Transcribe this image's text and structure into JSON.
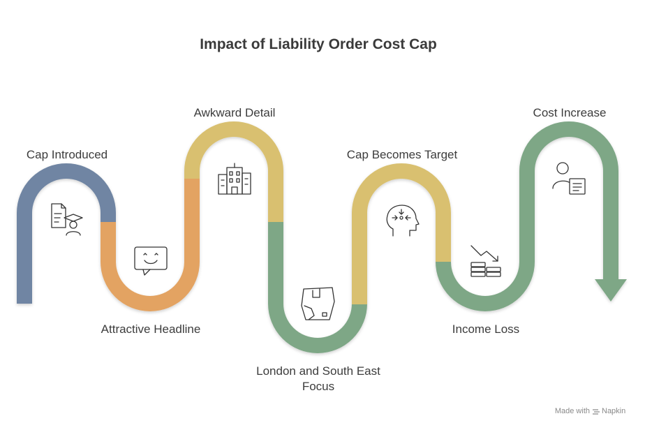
{
  "title": "Impact of Liability Order Cost Cap",
  "colors": {
    "blue": "#6f85a3",
    "orange": "#e3a362",
    "yellow": "#d9c06f",
    "green": "#7ea786",
    "background": "#ffffff",
    "text": "#3c3c3c"
  },
  "steps": [
    {
      "label": "Cap Introduced",
      "icon": "document-graduate-icon"
    },
    {
      "label": "Attractive Headline",
      "icon": "smiling-speech-bubble-icon"
    },
    {
      "label": "Awkward Detail",
      "icon": "building-icon"
    },
    {
      "label": "London and South East",
      "label_line2": "Focus",
      "icon": "map-icon"
    },
    {
      "label": "Cap Becomes Target",
      "icon": "head-focus-icon"
    },
    {
      "label": "Income Loss",
      "icon": "falling-coins-icon"
    },
    {
      "label": "Cost Increase",
      "icon": "person-document-icon"
    }
  ],
  "footer": {
    "made_with": "Made with",
    "brand": "Napkin"
  }
}
